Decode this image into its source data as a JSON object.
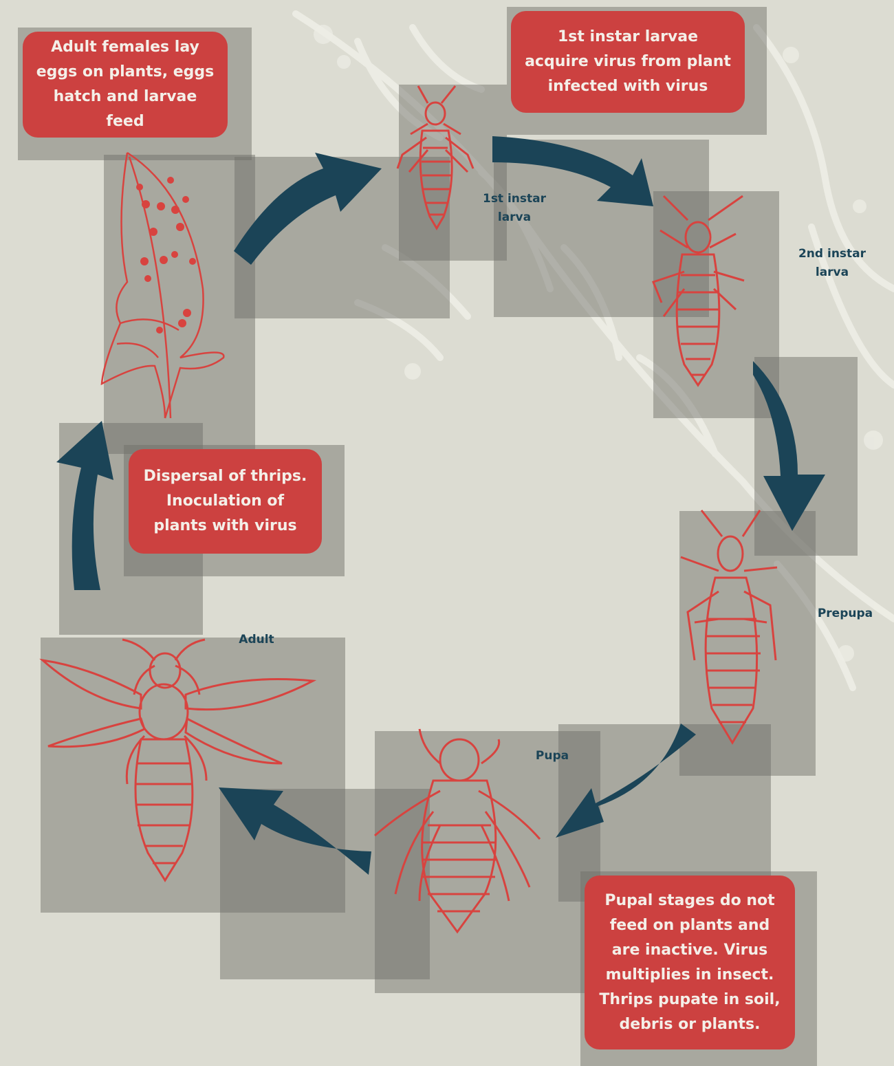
{
  "diagram": {
    "callouts": {
      "eggs": "Adult females lay eggs on plants, eggs hatch and larvae feed",
      "acquire": "1st instar larvae acquire virus from plant infected with virus",
      "dispersal": "Dispersal of thrips. Inoculation of plants with virus",
      "pupal": "Pupal stages do not feed on plants and are inactive. Virus multiplies in insect. Thrips pupate in soil, debris or plants."
    },
    "stages": {
      "first_instar": "1st instar larva",
      "second_instar": "2nd instar larva",
      "prepupa": "Prepupa",
      "pupa": "Pupa",
      "adult": "Adult"
    },
    "colors": {
      "background": "#dcdcd2",
      "callout": "#cc4140",
      "arrow": "#1b4457",
      "illustration": "#d8433f",
      "label": "#1b4457"
    },
    "icons": [
      "leaf-with-eggs-icon",
      "thrips-larva-icon",
      "thrips-prepupa-icon",
      "thrips-pupa-icon",
      "thrips-adult-icon",
      "cycle-arrow-icon"
    ]
  }
}
